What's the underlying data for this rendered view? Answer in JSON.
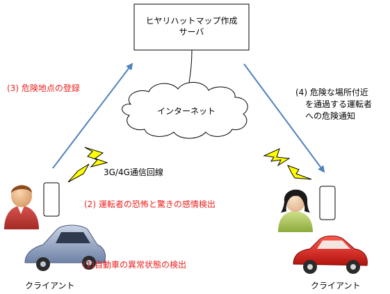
{
  "server": {
    "line1": "ヒヤリハットマップ作成",
    "line2": "サーバ"
  },
  "internet_label": "インターネット",
  "network_label": "3G/4G通信回線",
  "steps": {
    "s1": "(1)自動車の異常状態の検出",
    "s2": "(2) 運転者の恐怖と驚きの感情検出",
    "s3": "(3) 危険地点の登録",
    "s4": {
      "line1": "(4) 危険な場所付近",
      "line2": "を通過する運転者",
      "line3": "への危険通知"
    }
  },
  "clients": {
    "left_label": "クライアント",
    "right_label": "クライアント"
  },
  "colors": {
    "step_text": "#e8231f",
    "arrow": "#4f81bd",
    "lightning": "#ffff00",
    "left_person": "#c0504d",
    "right_person": "#9bbb59",
    "left_car": "#8da3c9",
    "right_car": "#e1231e"
  }
}
